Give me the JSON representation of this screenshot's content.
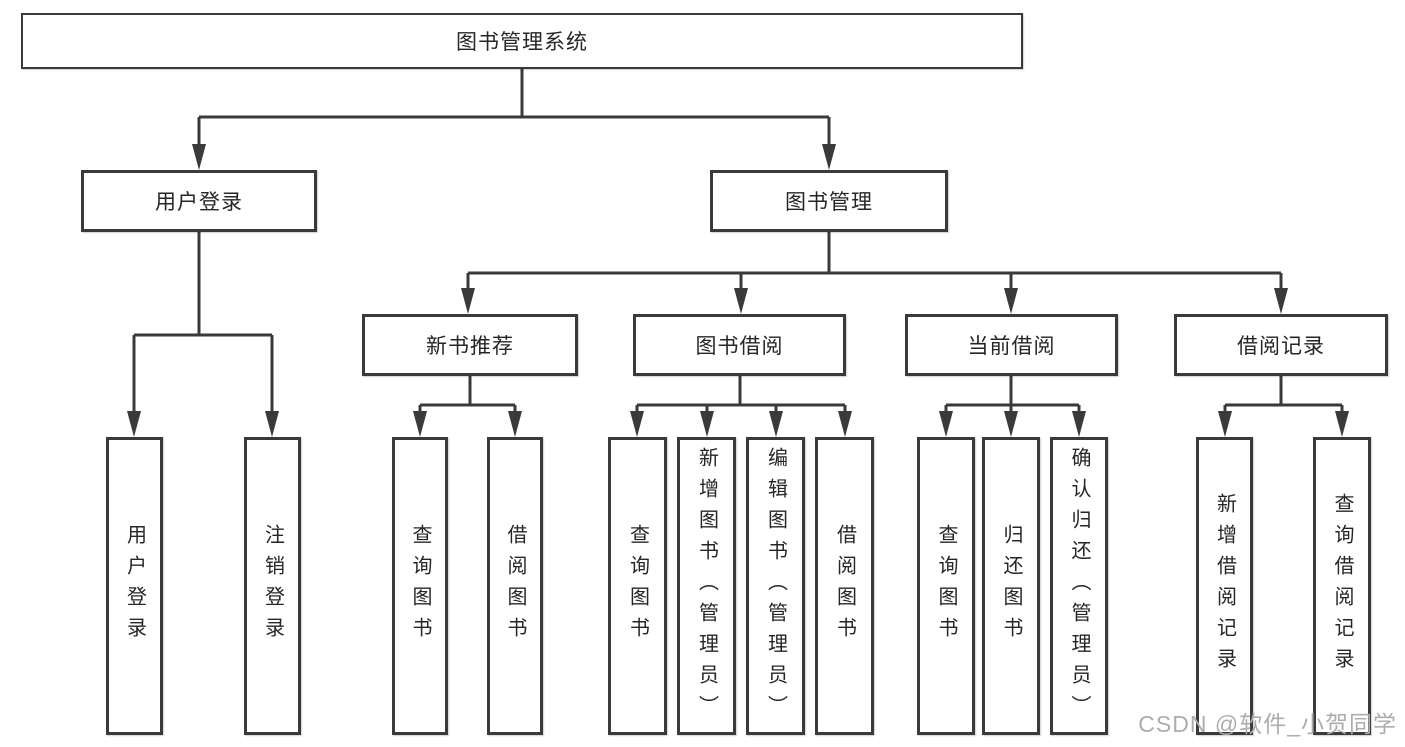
{
  "diagram": {
    "root": {
      "label": "图书管理系统"
    },
    "level2": [
      {
        "label": "用户登录"
      },
      {
        "label": "图书管理"
      }
    ],
    "level3": [
      {
        "label": "新书推荐"
      },
      {
        "label": "图书借阅"
      },
      {
        "label": "当前借阅"
      },
      {
        "label": "借阅记录"
      }
    ],
    "leaves": {
      "login": [
        {
          "label": "用户登录"
        },
        {
          "label": "注销登录"
        }
      ],
      "recommend": [
        {
          "label": "查询图书"
        },
        {
          "label": "借阅图书"
        }
      ],
      "borrow": [
        {
          "label": "查询图书"
        },
        {
          "label": "新增图书（管理员）"
        },
        {
          "label": "编辑图书（管理员）"
        },
        {
          "label": "借阅图书"
        }
      ],
      "current": [
        {
          "label": "查询图书"
        },
        {
          "label": "归还图书"
        },
        {
          "label": "确认归还（管理员）"
        }
      ],
      "records": [
        {
          "label": "新增借阅记录"
        },
        {
          "label": "查询借阅记录"
        }
      ]
    },
    "watermark": "CSDN @软件_小贺同学",
    "colors": {
      "line": "#3a3a3a",
      "text": "#262626",
      "watermark": "#adadad",
      "background": "#ffffff"
    }
  }
}
